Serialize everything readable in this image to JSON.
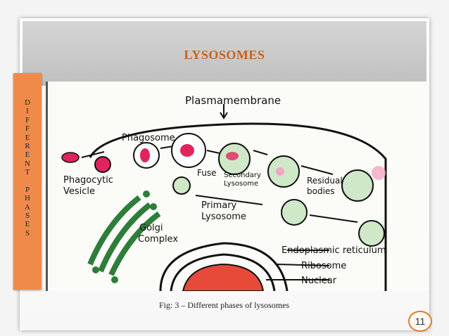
{
  "slide": {
    "title": "LYSOSOMES",
    "sidebar_letters": [
      "D",
      "I",
      "F",
      "F",
      "E",
      "R",
      "E",
      "N",
      "T",
      "",
      "P",
      "H",
      "A",
      "S",
      "E",
      "S"
    ],
    "caption": "Fig: 3 – Different phases of lysosomes",
    "page_number": "11"
  },
  "diagram": {
    "labels": {
      "plasma_membrane": "Plasmamembrane",
      "phagosome": "Phagosome",
      "phagocytic_vesicle_1": "Phagocytic",
      "phagocytic_vesicle_2": "Vesicle",
      "fuse": "Fuse",
      "secondary_lysosome_1": "Secondary",
      "secondary_lysosome_2": "Lysosome",
      "residual_bodies_1": "Residual",
      "residual_bodies_2": "bodies",
      "primary_lysosome_1": "Primary",
      "primary_lysosome_2": "Lysosome",
      "golgi_complex_1": "Golgi",
      "golgi_complex_2": "Complex",
      "endoplasmic_reticulum": "Endoplasmic reticulum",
      "ribosome": "Ribosome",
      "nuclear": "Nuclear"
    },
    "colors": {
      "accent": "#c8621a",
      "sidebar": "#f08a4b",
      "pink": "#e0245e",
      "green": "#2f7d3a",
      "nucleus": "#e84a3a"
    }
  }
}
